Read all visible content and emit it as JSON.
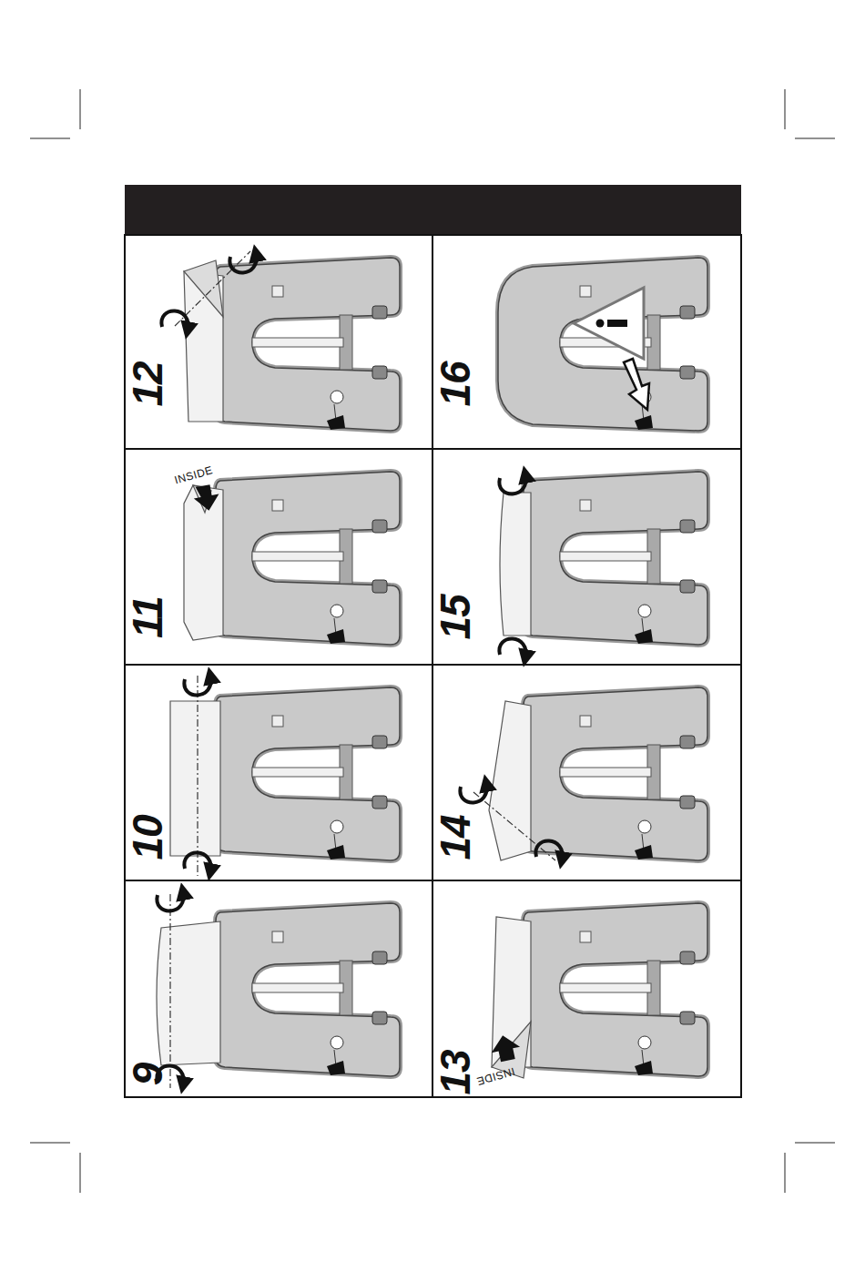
{
  "diagram": {
    "labels": [
      "9",
      "10",
      "11",
      "INSIDE",
      "12",
      "13",
      "INSIDE",
      "14",
      "15",
      "16"
    ]
  }
}
